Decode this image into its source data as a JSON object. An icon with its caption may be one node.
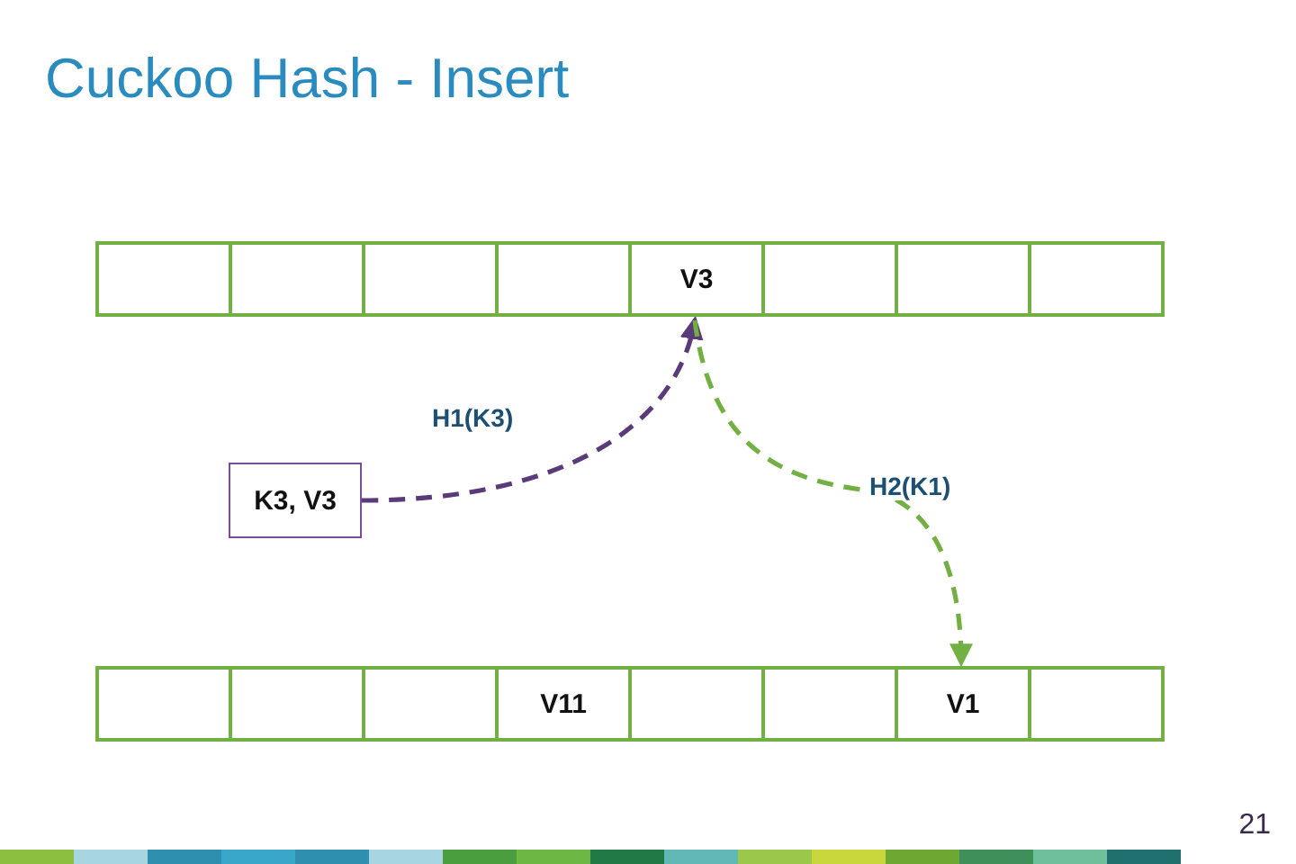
{
  "diagram": {
    "title": "Cuckoo Hash - Insert",
    "nodes": [
      {
        "text": [],
        "shape": "box"
      },
      {
        "text": [],
        "shape": "box"
      },
      {
        "text": [],
        "shape": "box"
      },
      {
        "text": [],
        "shape": "box"
      },
      {
        "text": [
          "V3"
        ]
      },
      {
        "text": [],
        "shape": "box"
      },
      {
        "text": [],
        "shape": "box"
      },
      {
        "text": [],
        "shape": "box"
      },
      {
        "text": [
          "K3, V3"
        ]
      },
      {
        "text": [],
        "shape": "box"
      },
      {
        "text": [],
        "shape": "box"
      },
      {
        "text": [],
        "shape": "box"
      },
      {
        "text": [
          "V11"
        ]
      },
      {
        "text": [],
        "shape": "box"
      },
      {
        "text": [],
        "shape": "box"
      },
      {
        "text": [
          "V1"
        ]
      },
      {
        "text": [],
        "shape": "box"
      }
    ],
    "edges": [
      {
        "from": 8,
        "to": 4,
        "arrow": "to",
        "label": "H1(K3)",
        "style": "dashed",
        "color": "#5b3a7a"
      },
      {
        "from": 4,
        "to": 15,
        "arrow": "to",
        "label": "H2(K1)",
        "style": "dashed",
        "color": "#72b044"
      }
    ],
    "labels": [
      "21"
    ]
  }
}
